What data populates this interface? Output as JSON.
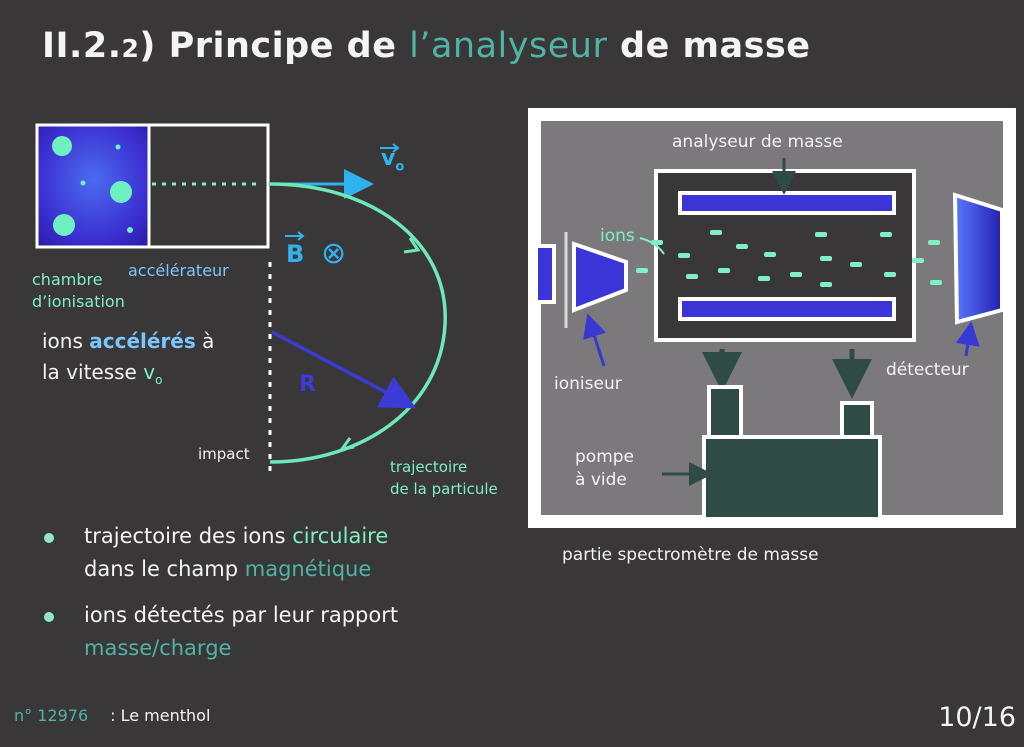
{
  "title": {
    "prefix": "II.2.",
    "sub": "2",
    "rest": ") Principe de ",
    "highlight": "l’analyseur",
    "suffix": "  de masse"
  },
  "left_diagram": {
    "chamber_label_1": "chambre",
    "chamber_label_2": "d’ionisation",
    "accel_label": "accélérateur",
    "v0_label": "v",
    "v0_sub": "o",
    "b_label": "B",
    "b_symbol": "⊗",
    "r_label": "R",
    "impact_label": "impact",
    "traj_label_1": "trajectoire",
    "traj_label_2": "de la particule",
    "ions_line_1_a": "ions ",
    "ions_line_1_b": "accélérés",
    "ions_line_1_c": " à",
    "ions_line_2_a": "la vitesse ",
    "ions_line_2_b": "v",
    "ions_line_2_sub": "o"
  },
  "right_diagram": {
    "analyser_label": "analyseur de masse",
    "ions_label": "ions",
    "ioniser_label": "ioniseur",
    "detector_label": "détecteur",
    "pump_label_1": "pompe",
    "pump_label_2": "à vide",
    "caption": "partie spectromètre de masse"
  },
  "bullets": [
    {
      "a": "trajectoire des ions ",
      "b": "circulaire",
      "c": "dans le champ ",
      "d": "magnétique"
    },
    {
      "a": "ions détectés par leur rapport",
      "b": "masse/charge"
    }
  ],
  "footer": {
    "number": "n° 12976",
    "topic": ": Le menthol",
    "page": "10/16"
  },
  "colors": {
    "background": "#3a3739",
    "mint": "#7ff0c4",
    "teal": "#4fb3a6",
    "light_blue": "#7ac7ff",
    "indigo": "#3f3fd8",
    "grey_box": "#7b797c",
    "dark_green": "#2f4b45"
  }
}
